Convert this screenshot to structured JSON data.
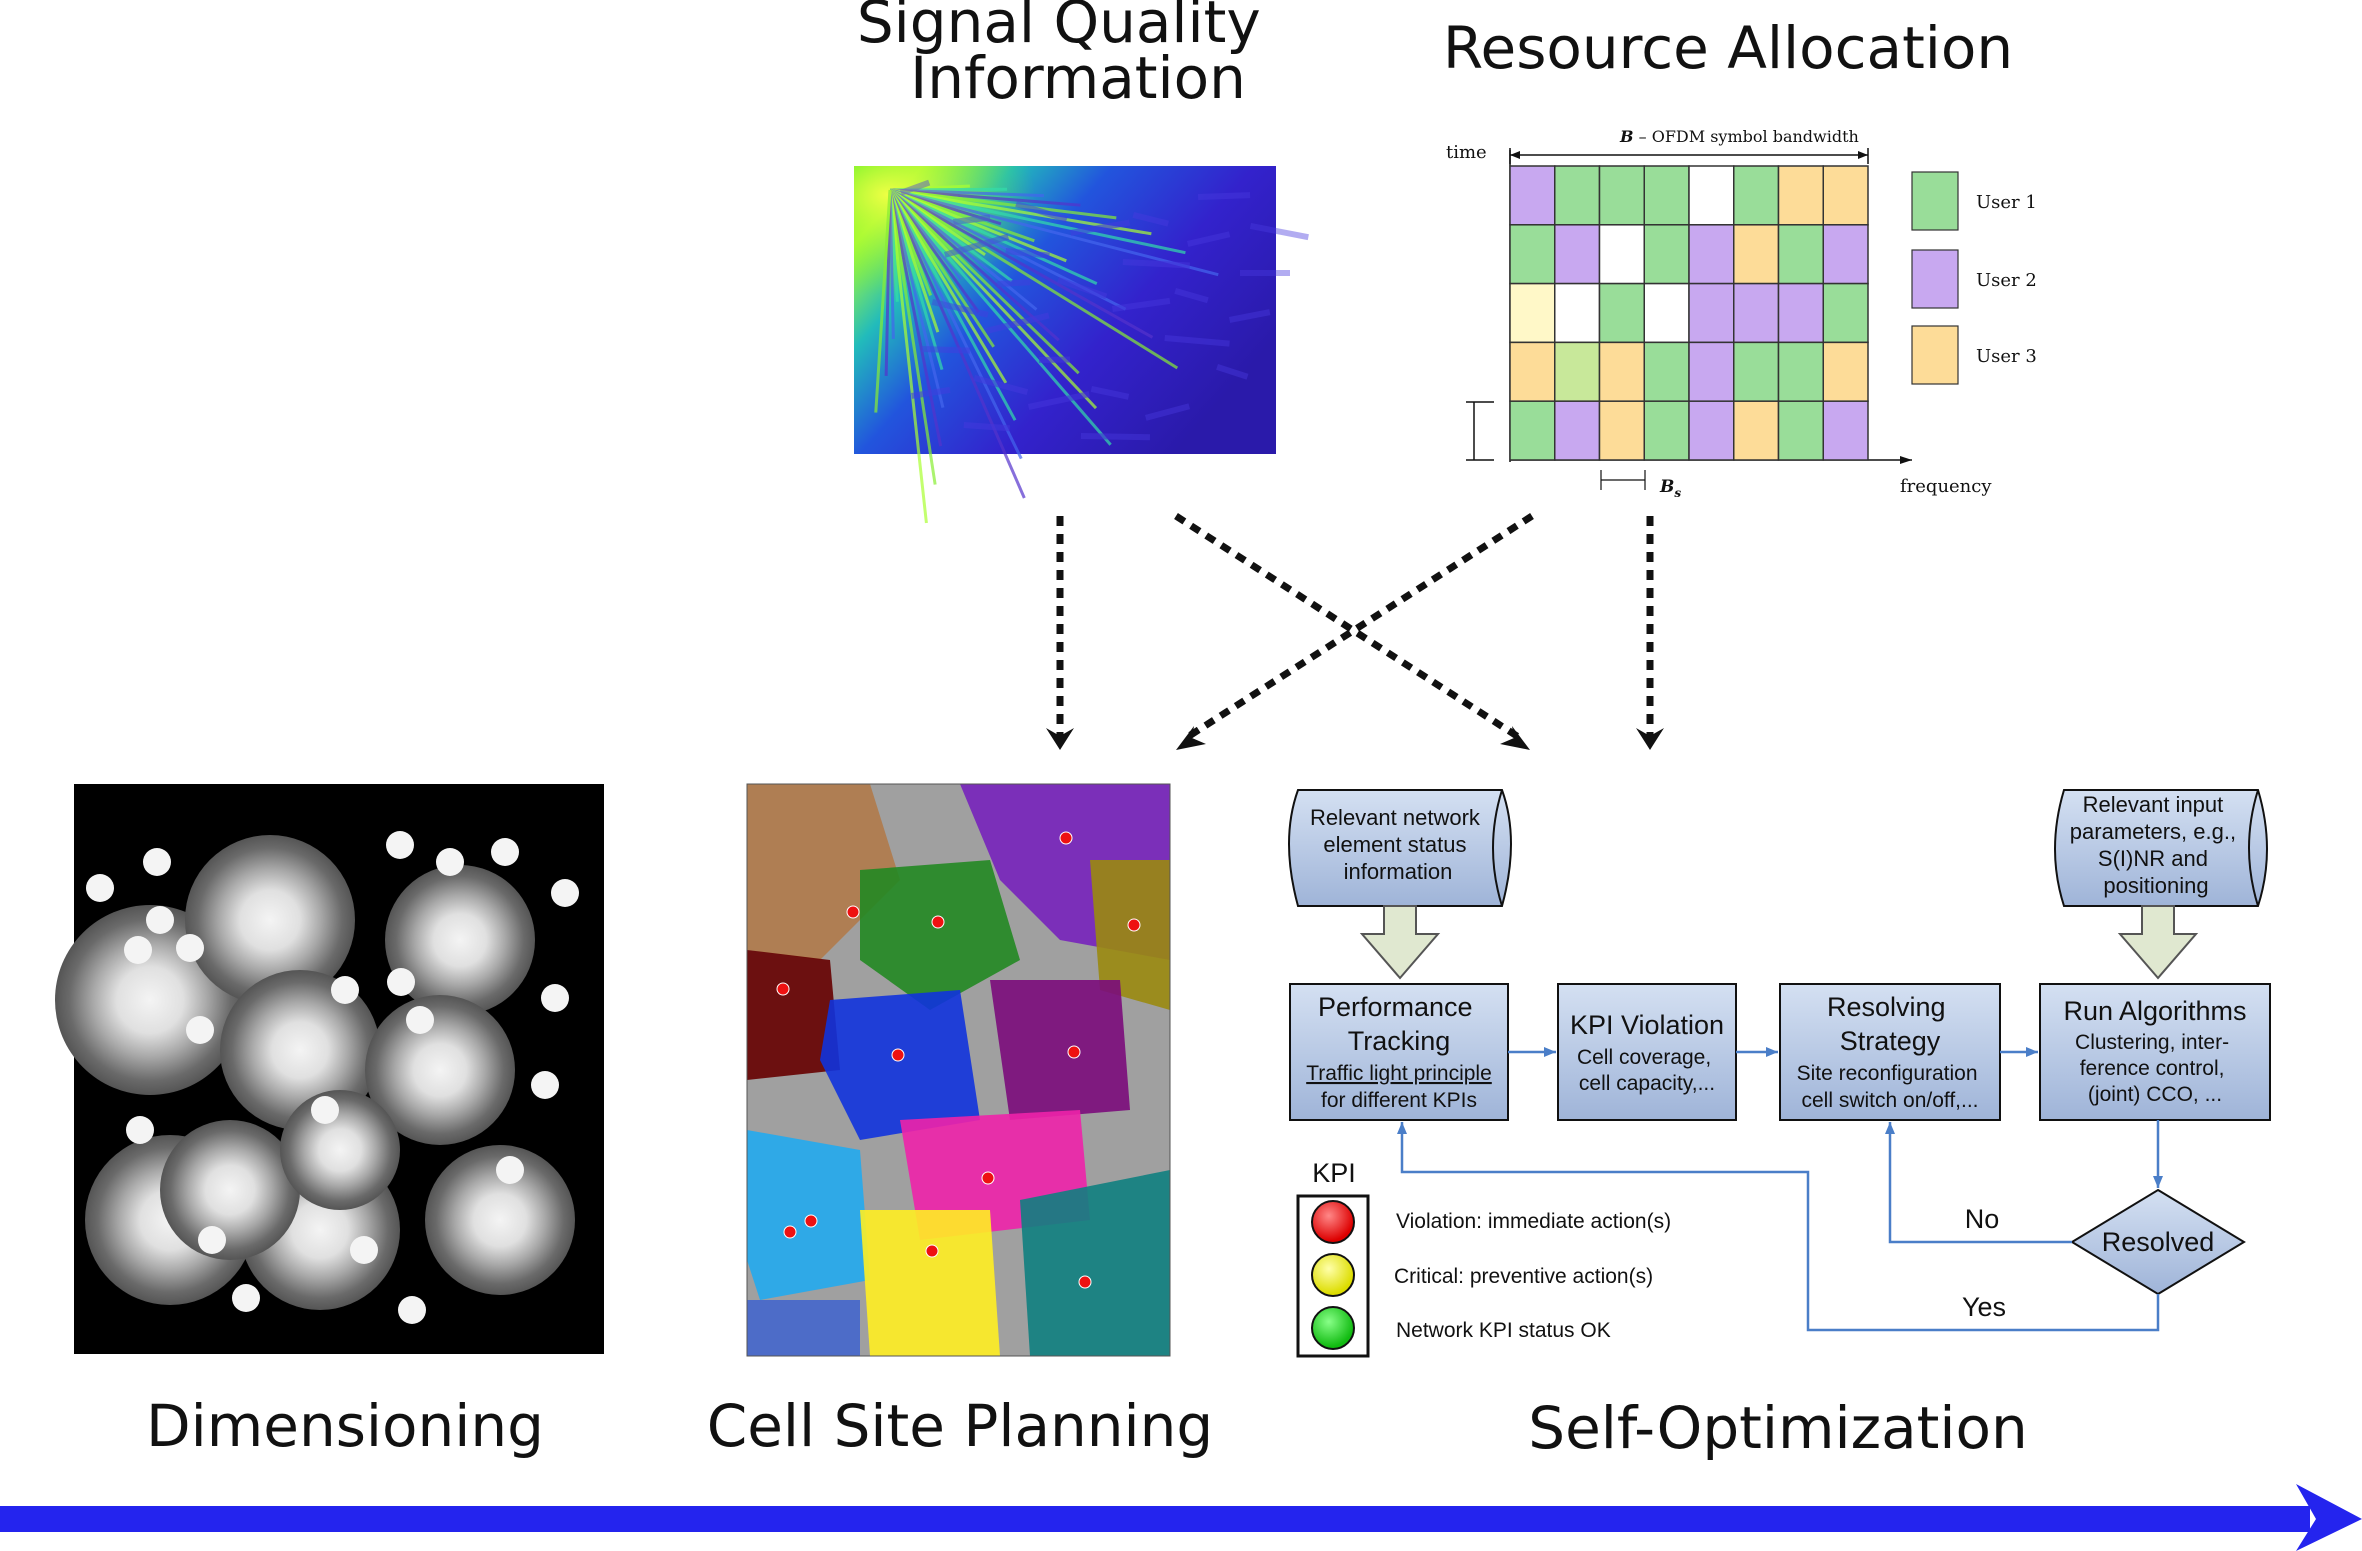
{
  "headings": {
    "signal_quality": "Signal Quality Information",
    "resource_allocation": "Resource Allocation",
    "dimensioning": "Dimensioning",
    "cell_site_planning": "Cell Site Planning",
    "self_optimization": "Self-Optimization"
  },
  "resource_grid": {
    "time_label": "time",
    "bandwidth_label": "B – OFDM symbol bandwidth",
    "frequency_label": "frequency",
    "subcarrier_label": "B",
    "subcarrier_subscript": "s",
    "legend": [
      "User 1",
      "User 2",
      "User 3"
    ],
    "colors": {
      "user1": "#99dd99",
      "user2": "#c8a8f0",
      "user3": "#fddc98",
      "empty": "#ffffff",
      "light_yellow": "#fff8c8",
      "light_green": "#c8e89a"
    },
    "rows": [
      [
        "user2",
        "user1",
        "user1",
        "user1",
        "empty",
        "user1",
        "user3",
        "user3"
      ],
      [
        "user1",
        "user2",
        "empty",
        "user1",
        "user2",
        "user3",
        "user1",
        "user2"
      ],
      [
        "light_yellow",
        "empty",
        "user1",
        "empty",
        "user2",
        "user2",
        "user2",
        "user1"
      ],
      [
        "user3",
        "light_green",
        "user3",
        "user1",
        "user2",
        "user1",
        "user1",
        "user3"
      ],
      [
        "user1",
        "user2",
        "user3",
        "user1",
        "user2",
        "user3",
        "user1",
        "user2"
      ]
    ]
  },
  "flowchart": {
    "input_left": "Relevant network element status information",
    "input_left_lines": [
      "Relevant network",
      "element status",
      "information"
    ],
    "input_right_lines": [
      "Relevant input",
      "parameters, e.g.,",
      "S(I)NR and",
      "positioning"
    ],
    "perf_title_lines": [
      "Performance",
      "Tracking"
    ],
    "perf_link": "Traffic light principle",
    "perf_sub": "for different KPIs",
    "kpi_title": "KPI Violation",
    "kpi_lines": [
      "Cell coverage,",
      "cell capacity,..."
    ],
    "resolving_title_lines": [
      "Resolving",
      "Strategy"
    ],
    "resolving_lines": [
      "Site reconfiguration",
      "cell switch on/off,..."
    ],
    "run_title": "Run Algorithms",
    "run_lines": [
      "Clustering, inter-",
      "ference control,",
      "(joint) CCO, ..."
    ],
    "decision": "Resolved",
    "no_label": "No",
    "yes_label": "Yes",
    "kpi_legend_title": "KPI",
    "kpi_legend": [
      {
        "color": "#ee1111",
        "text": "Violation: immediate action(s)"
      },
      {
        "color": "#eeee11",
        "text": "Critical: preventive action(s)"
      },
      {
        "color": "#22cc22",
        "text": "Network KPI status OK"
      }
    ],
    "box_fill": "#b8c8e4",
    "line_color": "#4a7ec8"
  },
  "arrow_color": "#2424ee"
}
